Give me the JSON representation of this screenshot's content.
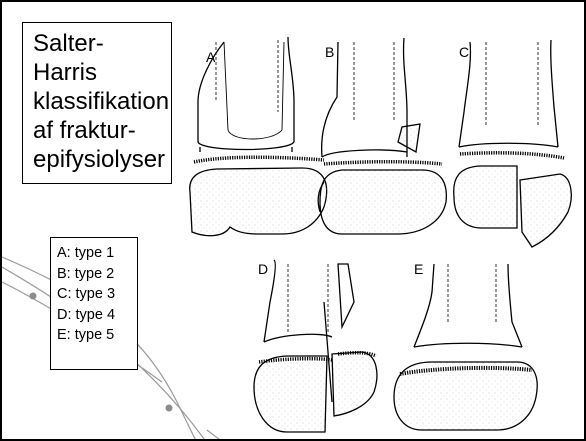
{
  "title": {
    "lines": [
      "Salter-",
      "Harris",
      "klassifikation",
      "af fraktur-",
      "epifysiolyser"
    ]
  },
  "legend": {
    "items": [
      "A: type 1",
      "B: type 2",
      "C: type 3",
      "D: type 4",
      "E: type 5"
    ]
  },
  "panels": {
    "a": "A",
    "b": "B",
    "c": "C",
    "d": "D",
    "e": "E"
  },
  "colors": {
    "ink": "#000000",
    "decor_line": "#9a9a9a",
    "decor_dot": "#8c8c8c",
    "stipple": "#c8c8c8"
  }
}
